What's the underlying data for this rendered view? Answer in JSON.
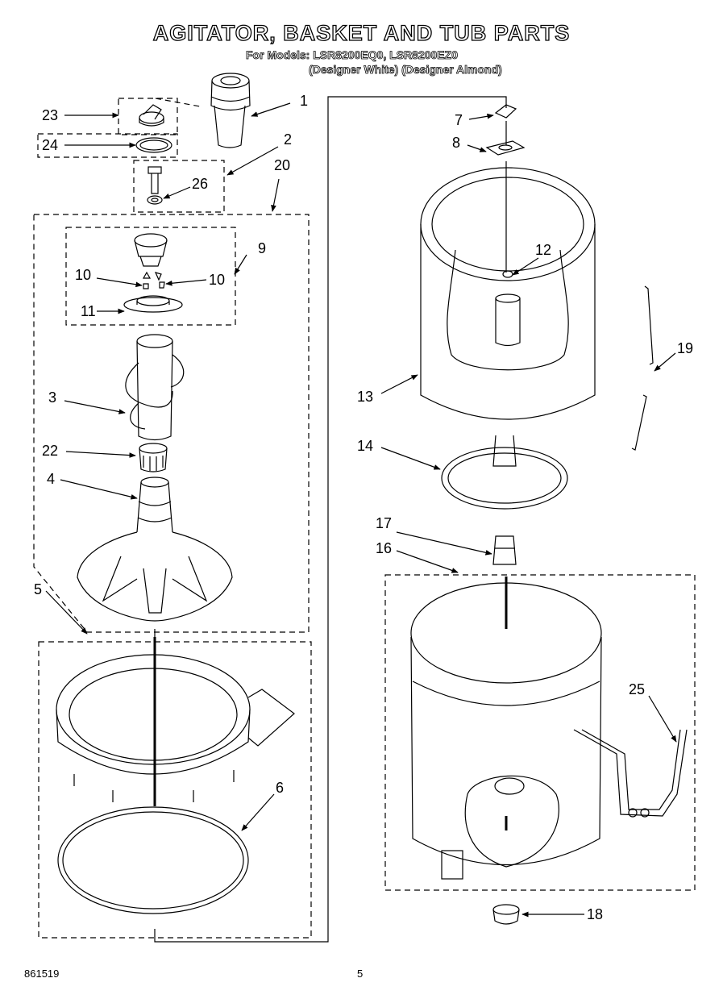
{
  "header": {
    "title": "AGITATOR, BASKET AND TUB PARTS",
    "models_line": "For Models: LSR8200EQ0, LSR8200EZ0",
    "variants_line": "(Designer White) (Designer Almond)"
  },
  "callouts": [
    "1",
    "2",
    "3",
    "4",
    "5",
    "6",
    "7",
    "8",
    "9",
    "10",
    "10",
    "11",
    "12",
    "13",
    "14",
    "16",
    "17",
    "18",
    "19",
    "20",
    "22",
    "23",
    "24",
    "25",
    "26"
  ],
  "footer": {
    "document_number": "861519",
    "page_number": "5"
  }
}
